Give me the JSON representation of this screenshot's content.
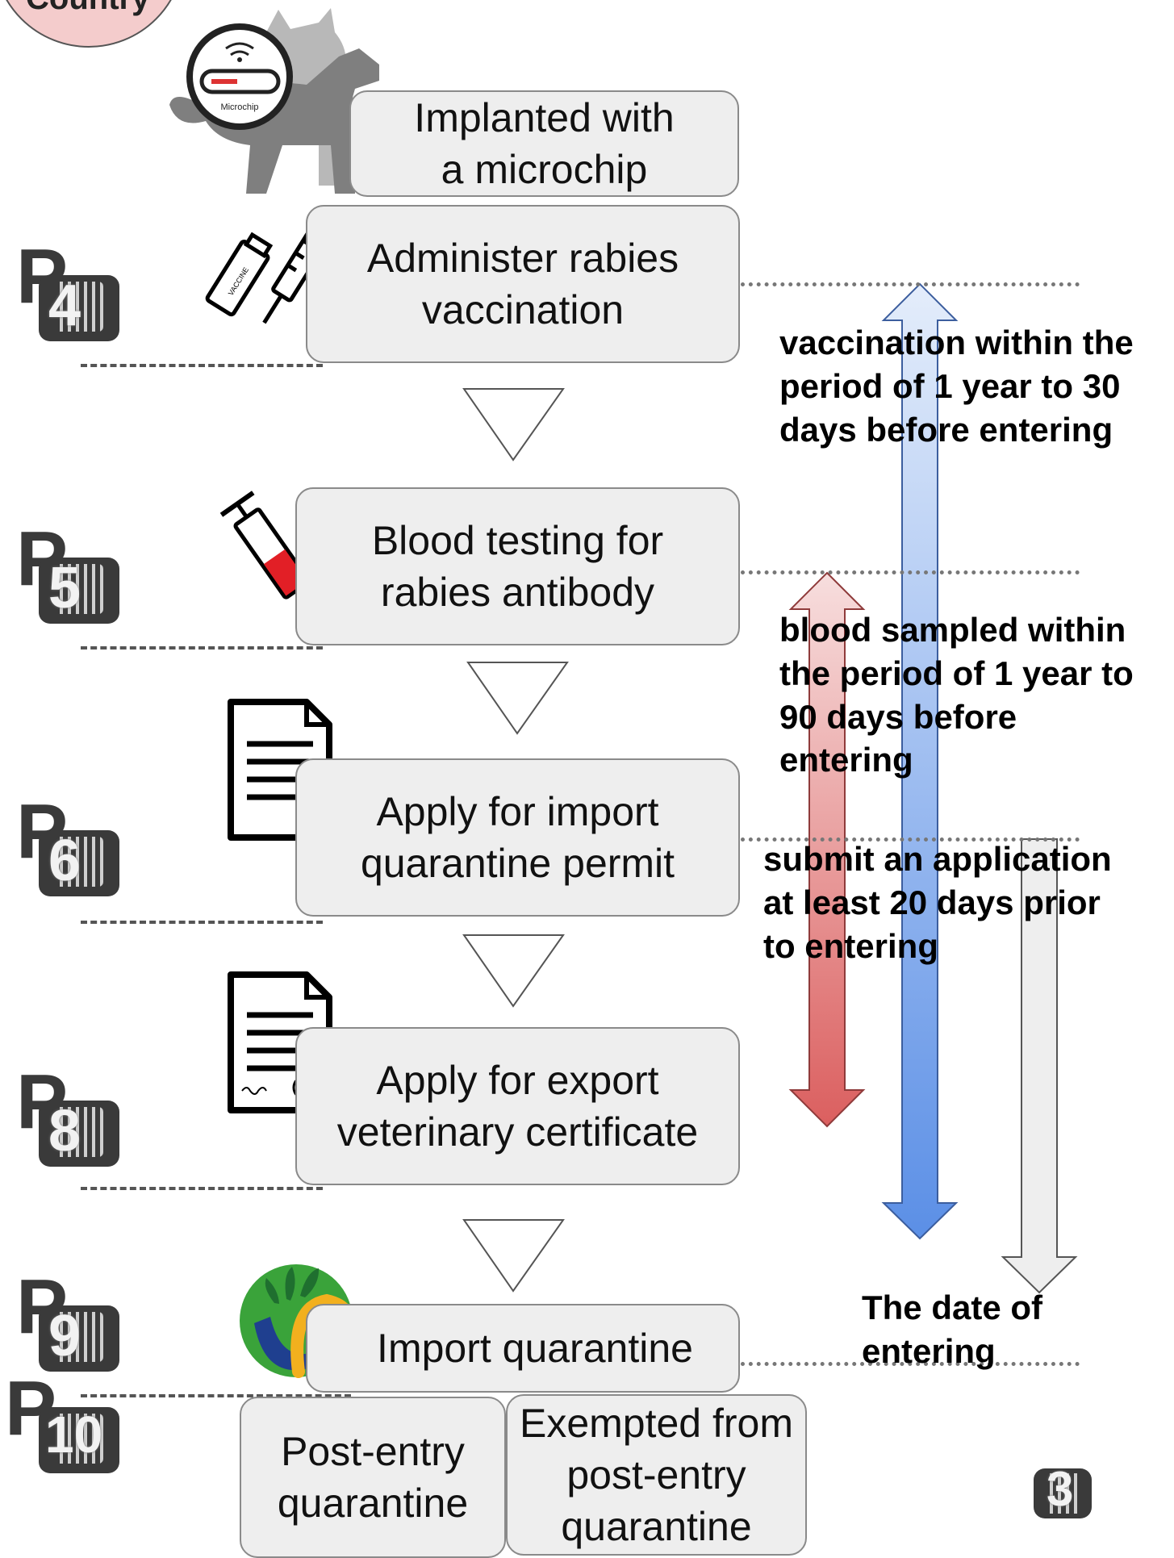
{
  "header": {
    "partial_label": "Country"
  },
  "steps": [
    {
      "id": "microchip",
      "label": "Implanted with\na microchip"
    },
    {
      "id": "vaccination",
      "label": "Administer rabies\nvaccination"
    },
    {
      "id": "blood",
      "label": "Blood testing for\nrabies antibody"
    },
    {
      "id": "permit",
      "label": "Apply for import\nquarantine permit"
    },
    {
      "id": "export",
      "label": "Apply for export\nveterinary certificate"
    },
    {
      "id": "import",
      "label": "Import quarantine"
    },
    {
      "id": "post",
      "label": "Post-entry\nquarantine"
    },
    {
      "id": "exempt",
      "label": "Exempted from\npost-entry\nquarantine"
    }
  ],
  "notes": {
    "vaccination": "vaccination within the\nperiod of 1 year to 30\ndays before entering",
    "blood": "blood sampled within\nthe period of 1 year to\n90 days before\nentering",
    "application": "submit an application\nat least 20 days prior\nto entering",
    "entering": "The date of\nentering"
  },
  "badges": [
    {
      "letter": "P",
      "number": "4"
    },
    {
      "letter": "P",
      "number": "5"
    },
    {
      "letter": "P",
      "number": "6"
    },
    {
      "letter": "P",
      "number": "8"
    },
    {
      "letter": "P",
      "number": "9"
    },
    {
      "letter": "P",
      "number": "10"
    },
    {
      "letter": "",
      "number": "3"
    }
  ],
  "icons": {
    "microchip": "microchip-icon",
    "vaccine": "vaccine-vial-syringe-icon",
    "blood_syringe": "blood-syringe-icon",
    "document": "document-icon",
    "certificate": "certificate-icon",
    "quarantine_logo": "quarantine-logo-icon",
    "pets": "cat-dog-icon"
  },
  "labels": {
    "microchip_text": "Microchip",
    "vaccine_text": "VACCINE"
  },
  "colors": {
    "box_fill": "#eeeeee",
    "box_border": "#8a8a8a",
    "arrow_blue_top": "#dde8fa",
    "arrow_blue_bottom": "#5b8fe6",
    "arrow_red_top": "#f6d6d6",
    "arrow_red_bottom": "#db5f5f",
    "arrow_gray": "#eeeeee",
    "header_circle": "#f4cccc"
  }
}
